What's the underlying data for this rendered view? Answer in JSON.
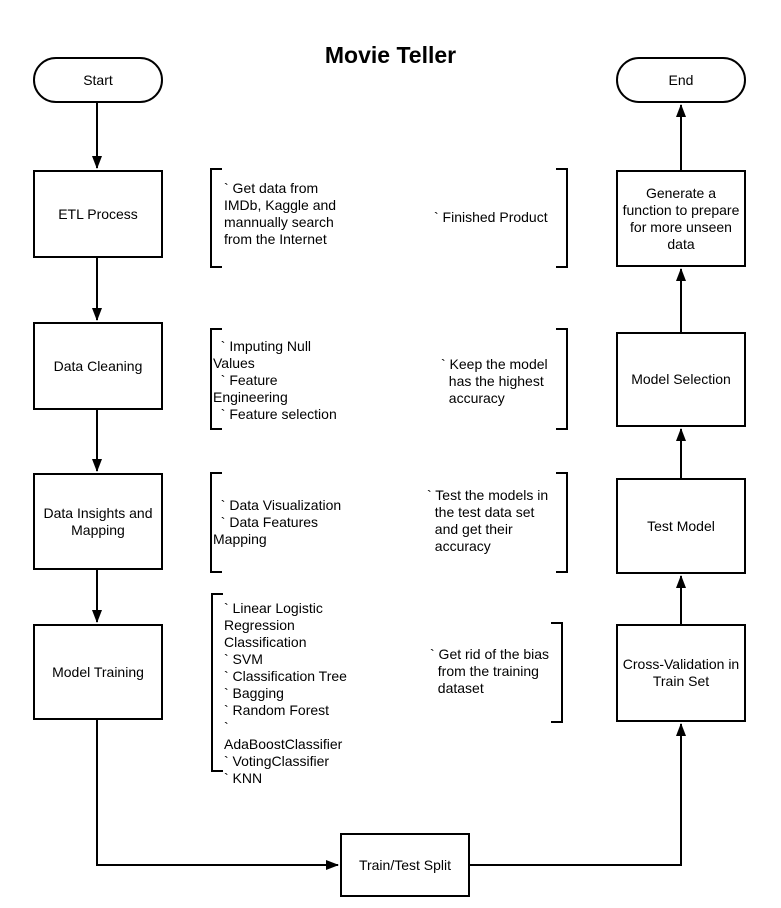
{
  "title": "Movie Teller",
  "nodes": {
    "start": "Start",
    "end": "End",
    "etl": "ETL Process",
    "data_cleaning": "Data Cleaning",
    "data_insights": "Data Insights and\nMapping",
    "model_training": "Model Training",
    "train_test_split": "Train/Test Split",
    "cross_validation": "Cross-Validation in\nTrain Set",
    "test_model": "Test Model",
    "model_selection": "Model Selection",
    "generate_function": "Generate a\nfunction to prepare\nfor more unseen\ndata"
  },
  "annotations": {
    "etl_notes": "` Get data from\nIMDb, Kaggle and\nmannually search\nfrom the Internet",
    "finished_product_note": "` Finished Product",
    "data_cleaning_notes": "  ` Imputing Null\nValues\n  ` Feature\nEngineering\n  ` Feature selection",
    "model_selection_note": "` Keep the model\n  has the highest\n  accuracy",
    "data_insights_notes": "  ` Data Visualization\n  ` Data Features\nMapping",
    "test_model_note": "` Test the models in\n  the test data set\n  and get their\n  accuracy",
    "model_training_notes": "` Linear Logistic\nRegression\nClassification\n` SVM\n` Classification Tree\n` Bagging\n` Random Forest\n`\nAdaBoostClassifier\n` VotingClassifier\n` KNN",
    "cross_validation_note": "` Get rid of the bias\n  from the training\n  dataset"
  },
  "colors": {
    "line": "#000000",
    "background": "#ffffff",
    "text": "#000000"
  }
}
